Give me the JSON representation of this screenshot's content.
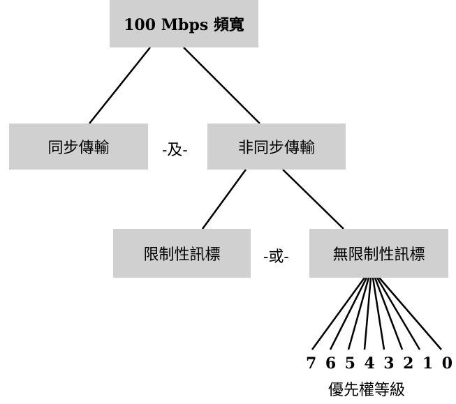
{
  "root": "100 Mbps 頻寬",
  "level2": {
    "left": "同步傳輸",
    "connector": "-及-",
    "right": "非同步傳輸"
  },
  "level3": {
    "left": "限制性訊標",
    "connector": "-或-",
    "right": "無限制性訊標"
  },
  "priorities": [
    "7",
    "6",
    "5",
    "4",
    "3",
    "2",
    "1",
    "0"
  ],
  "priority_label": "優先權等級"
}
